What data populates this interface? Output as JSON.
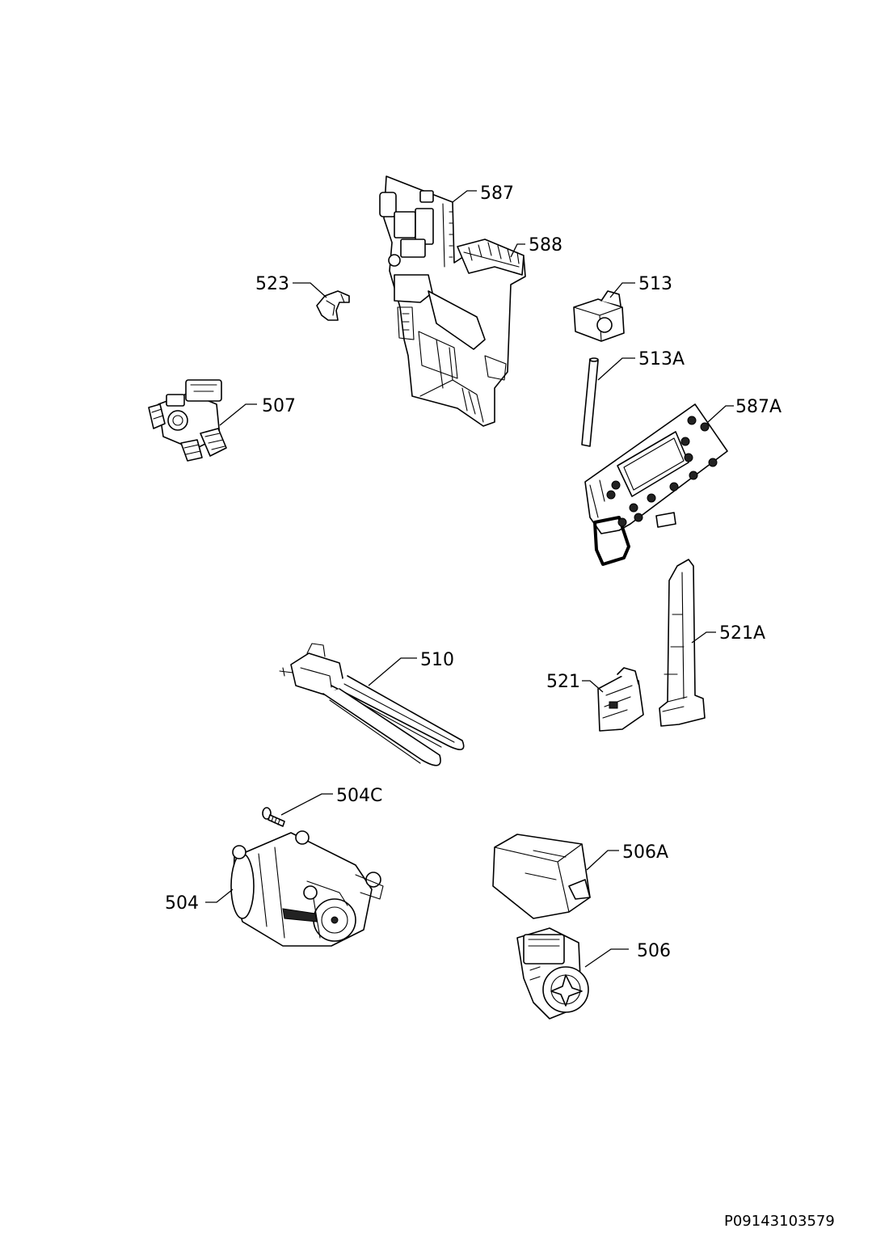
{
  "parts": [
    {
      "id": "587",
      "label": "587"
    },
    {
      "id": "588",
      "label": "588"
    },
    {
      "id": "523",
      "label": "523"
    },
    {
      "id": "513",
      "label": "513"
    },
    {
      "id": "513A",
      "label": "513A"
    },
    {
      "id": "507",
      "label": "507"
    },
    {
      "id": "587A",
      "label": "587A"
    },
    {
      "id": "521A",
      "label": "521A"
    },
    {
      "id": "510",
      "label": "510"
    },
    {
      "id": "521",
      "label": "521"
    },
    {
      "id": "504C",
      "label": "504C"
    },
    {
      "id": "506A",
      "label": "506A"
    },
    {
      "id": "504",
      "label": "504"
    },
    {
      "id": "506",
      "label": "506"
    }
  ],
  "document_number": "P09143103579"
}
